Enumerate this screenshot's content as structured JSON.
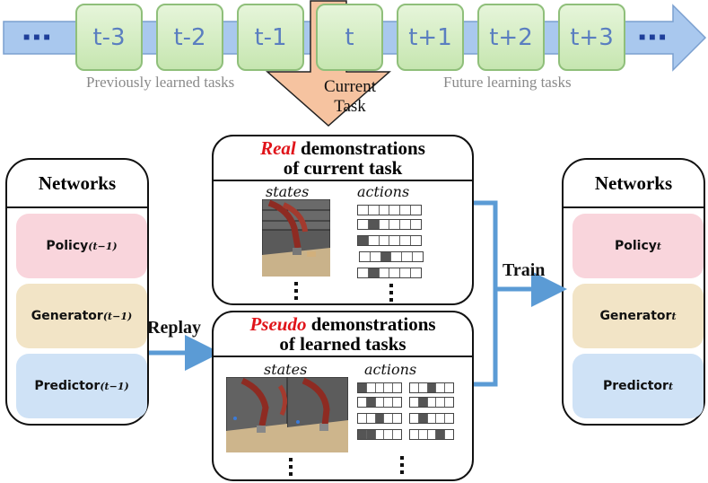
{
  "timeline": {
    "boxes": [
      "t-3",
      "t-2",
      "t-1",
      "t",
      "t+1",
      "t+2",
      "t+3"
    ],
    "left_dots": "■■■",
    "right_dots": "■■■",
    "previous_label": "Previously learned tasks",
    "future_label": "Future learning tasks",
    "current_task_label_line1": "Current",
    "current_task_label_line2": "Task"
  },
  "left_panel": {
    "title": "Networks",
    "cards": [
      {
        "name": "Policy",
        "sup": "(t−1)"
      },
      {
        "name": "Generator",
        "sup": "(t−1)"
      },
      {
        "name": "Predictor",
        "sup": "(t−1)"
      }
    ]
  },
  "right_panel": {
    "title": "Networks",
    "cards": [
      {
        "name": "Policy",
        "sup": "t"
      },
      {
        "name": "Generator",
        "sup": "t"
      },
      {
        "name": "Predictor",
        "sup": "t"
      }
    ]
  },
  "real_demo": {
    "title_red": "Real",
    "title_rest": " demonstrations",
    "title_line2": "of current task",
    "states_label": "states",
    "actions_label": "actions"
  },
  "pseudo_demo": {
    "title_red": "Pseudo",
    "title_rest": " demonstrations",
    "title_line2": "of learned tasks",
    "states_label": "states",
    "actions_label": "actions"
  },
  "arrows": {
    "replay_label": "Replay",
    "train_label": "Train"
  },
  "colors": {
    "timeline_arrow": "#a9c8ee",
    "box_green": "#c6e6b0",
    "current_arrow": "#f6c3a0",
    "flow_arrow": "#5b9bd5",
    "policy_card": "#f9d5dc",
    "generator_card": "#f2e4c6",
    "predictor_card": "#cfe2f6",
    "highlight_red": "#e0141a"
  }
}
